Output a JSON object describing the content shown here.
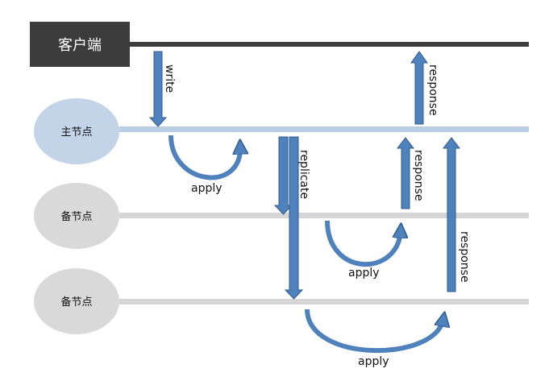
{
  "client": {
    "label": "客户端"
  },
  "primary_node": {
    "label": "主节点"
  },
  "secondary_nodes": [
    {
      "label": "备节点"
    },
    {
      "label": "备节点"
    }
  ],
  "labels": {
    "write": "write",
    "replicate": "replicate",
    "apply_primary": "apply",
    "apply_secondary_1": "apply",
    "apply_secondary_2": "apply",
    "response_to_client": "response",
    "response_from_secondary_1": "response",
    "response_from_secondary_2": "response"
  },
  "colors": {
    "client_box": "#3c3c3c",
    "client_line": "#3c3c3c",
    "primary_node": "#c3d3e8",
    "primary_line": "#b9cde5",
    "secondary_node": "#d9d9d9",
    "secondary_line": "#d6d6d6",
    "arrow_fill": "#4f81bd",
    "arrow_stroke": "#2f5d8f"
  }
}
